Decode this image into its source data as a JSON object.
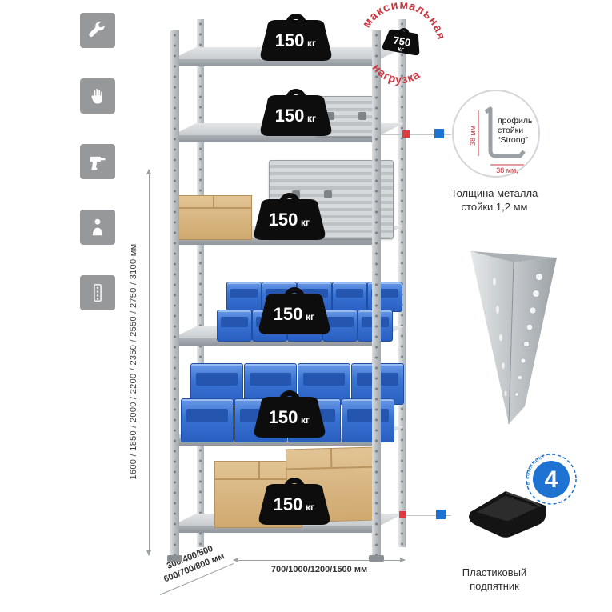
{
  "colors": {
    "accent_red": "#cb3842",
    "accent_blue": "#1e72d2",
    "metal_gray": "#b9bec1"
  },
  "left_icons": {
    "items": [
      {
        "icon": "wrench-icon"
      },
      {
        "icon": "gloves-icon"
      },
      {
        "icon": "drill-icon"
      },
      {
        "icon": "person-icon"
      },
      {
        "icon": "post-icon"
      }
    ]
  },
  "dimensions": {
    "height": "1600 / 1850 / 2000 / 2200 / 2350 / 2550 / 2750 / 3100 мм",
    "depth_line1": "300/400/500",
    "depth_line2": "600/700/800 мм",
    "width": "700/1000/1200/1500 мм"
  },
  "rack": {
    "shelves": [
      {
        "value": "150",
        "unit": "кг"
      },
      {
        "value": "150",
        "unit": "кг"
      },
      {
        "value": "150",
        "unit": "кг"
      },
      {
        "value": "150",
        "unit": "кг"
      },
      {
        "value": "150",
        "unit": "кг"
      },
      {
        "value": "150",
        "unit": "кг"
      }
    ]
  },
  "stamp": {
    "arc_top": "максимальная",
    "arc_bottom": "нагрузка",
    "value": "750",
    "unit": "кг"
  },
  "profile_detail": {
    "line1": "профиль",
    "line2": "стойки",
    "line3": "“Strong”",
    "dim_vertical": "38 мм",
    "dim_horizontal": "38 мм,",
    "caption_line1": "Толщина металла",
    "caption_line2": "стойки 1,2 мм"
  },
  "foot_detail": {
    "badge_number": "4",
    "badge_text": "в комплекте",
    "caption_line1": "Пластиковый",
    "caption_line2": "подпятник"
  }
}
